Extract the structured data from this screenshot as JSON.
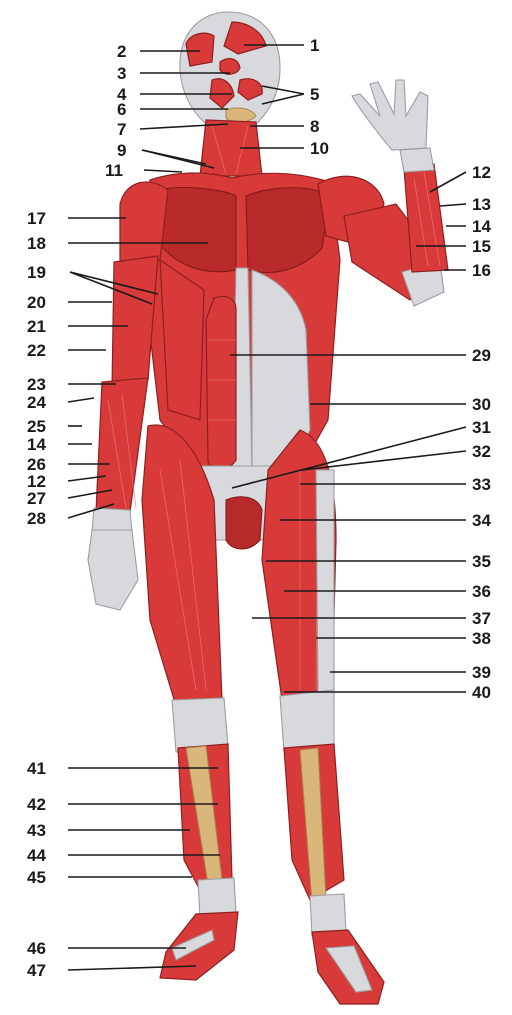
{
  "labels": [
    {
      "id": "l1",
      "text": "1",
      "side": "right"
    },
    {
      "id": "l2",
      "text": "2",
      "side": "left"
    },
    {
      "id": "l3",
      "text": "3",
      "side": "left"
    },
    {
      "id": "l4",
      "text": "4",
      "side": "left"
    },
    {
      "id": "l5",
      "text": "5",
      "side": "right"
    },
    {
      "id": "l6",
      "text": "6",
      "side": "left"
    },
    {
      "id": "l7",
      "text": "7",
      "side": "left"
    },
    {
      "id": "l8",
      "text": "8",
      "side": "right"
    },
    {
      "id": "l9",
      "text": "9",
      "side": "left"
    },
    {
      "id": "l10",
      "text": "10",
      "side": "right"
    },
    {
      "id": "l11",
      "text": "11",
      "side": "left"
    },
    {
      "id": "l12a",
      "text": "12",
      "side": "right"
    },
    {
      "id": "l13",
      "text": "13",
      "side": "right"
    },
    {
      "id": "l14a",
      "text": "14",
      "side": "right"
    },
    {
      "id": "l15",
      "text": "15",
      "side": "right"
    },
    {
      "id": "l16",
      "text": "16",
      "side": "right"
    },
    {
      "id": "l17",
      "text": "17",
      "side": "left"
    },
    {
      "id": "l18",
      "text": "18",
      "side": "left"
    },
    {
      "id": "l19",
      "text": "19",
      "side": "left"
    },
    {
      "id": "l20",
      "text": "20",
      "side": "left"
    },
    {
      "id": "l21",
      "text": "21",
      "side": "left"
    },
    {
      "id": "l22",
      "text": "22",
      "side": "left"
    },
    {
      "id": "l23",
      "text": "23",
      "side": "left"
    },
    {
      "id": "l24",
      "text": "24",
      "side": "left"
    },
    {
      "id": "l25",
      "text": "25",
      "side": "left"
    },
    {
      "id": "l14b",
      "text": "14",
      "side": "left"
    },
    {
      "id": "l26",
      "text": "26",
      "side": "left"
    },
    {
      "id": "l12b",
      "text": "12",
      "side": "left"
    },
    {
      "id": "l27",
      "text": "27",
      "side": "left"
    },
    {
      "id": "l28",
      "text": "28",
      "side": "left"
    },
    {
      "id": "l29",
      "text": "29",
      "side": "right"
    },
    {
      "id": "l30",
      "text": "30",
      "side": "right"
    },
    {
      "id": "l31",
      "text": "31",
      "side": "right"
    },
    {
      "id": "l32",
      "text": "32",
      "side": "right"
    },
    {
      "id": "l33",
      "text": "33",
      "side": "right"
    },
    {
      "id": "l34",
      "text": "34",
      "side": "right"
    },
    {
      "id": "l35",
      "text": "35",
      "side": "right"
    },
    {
      "id": "l36",
      "text": "36",
      "side": "right"
    },
    {
      "id": "l37",
      "text": "37",
      "side": "right"
    },
    {
      "id": "l38",
      "text": "38",
      "side": "right"
    },
    {
      "id": "l39",
      "text": "39",
      "side": "right"
    },
    {
      "id": "l40",
      "text": "40",
      "side": "right"
    },
    {
      "id": "l41",
      "text": "41",
      "side": "left"
    },
    {
      "id": "l42",
      "text": "42",
      "side": "left"
    },
    {
      "id": "l43",
      "text": "43",
      "side": "left"
    },
    {
      "id": "l44",
      "text": "44",
      "side": "left"
    },
    {
      "id": "l45",
      "text": "45",
      "side": "left"
    },
    {
      "id": "l46",
      "text": "46",
      "side": "left"
    },
    {
      "id": "l47",
      "text": "47",
      "side": "left"
    }
  ],
  "colors": {
    "muscle": "#d83a3a",
    "tendon": "#d7d9dc",
    "bone": "#d9b67a",
    "line": "#1a1a1a"
  }
}
